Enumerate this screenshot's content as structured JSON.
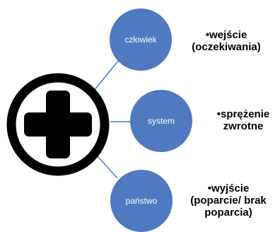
{
  "diagram": {
    "hub": {
      "icon": "plus-in-circle-icon"
    },
    "nodes": [
      {
        "label": "człowiek",
        "description_lines": [
          "•wejście",
          "(oczekiwania)"
        ]
      },
      {
        "label": "system",
        "description_lines": [
          "•sprężenie",
          "zwrotne"
        ]
      },
      {
        "label": "państwo",
        "description_lines": [
          "•wyjście",
          "(poparcie/ brak",
          "poparcia)"
        ]
      }
    ],
    "colors": {
      "node_fill": "#4f79c0",
      "connector": "#4f79c0",
      "hub_stroke": "#000000",
      "text": "#000000"
    }
  }
}
